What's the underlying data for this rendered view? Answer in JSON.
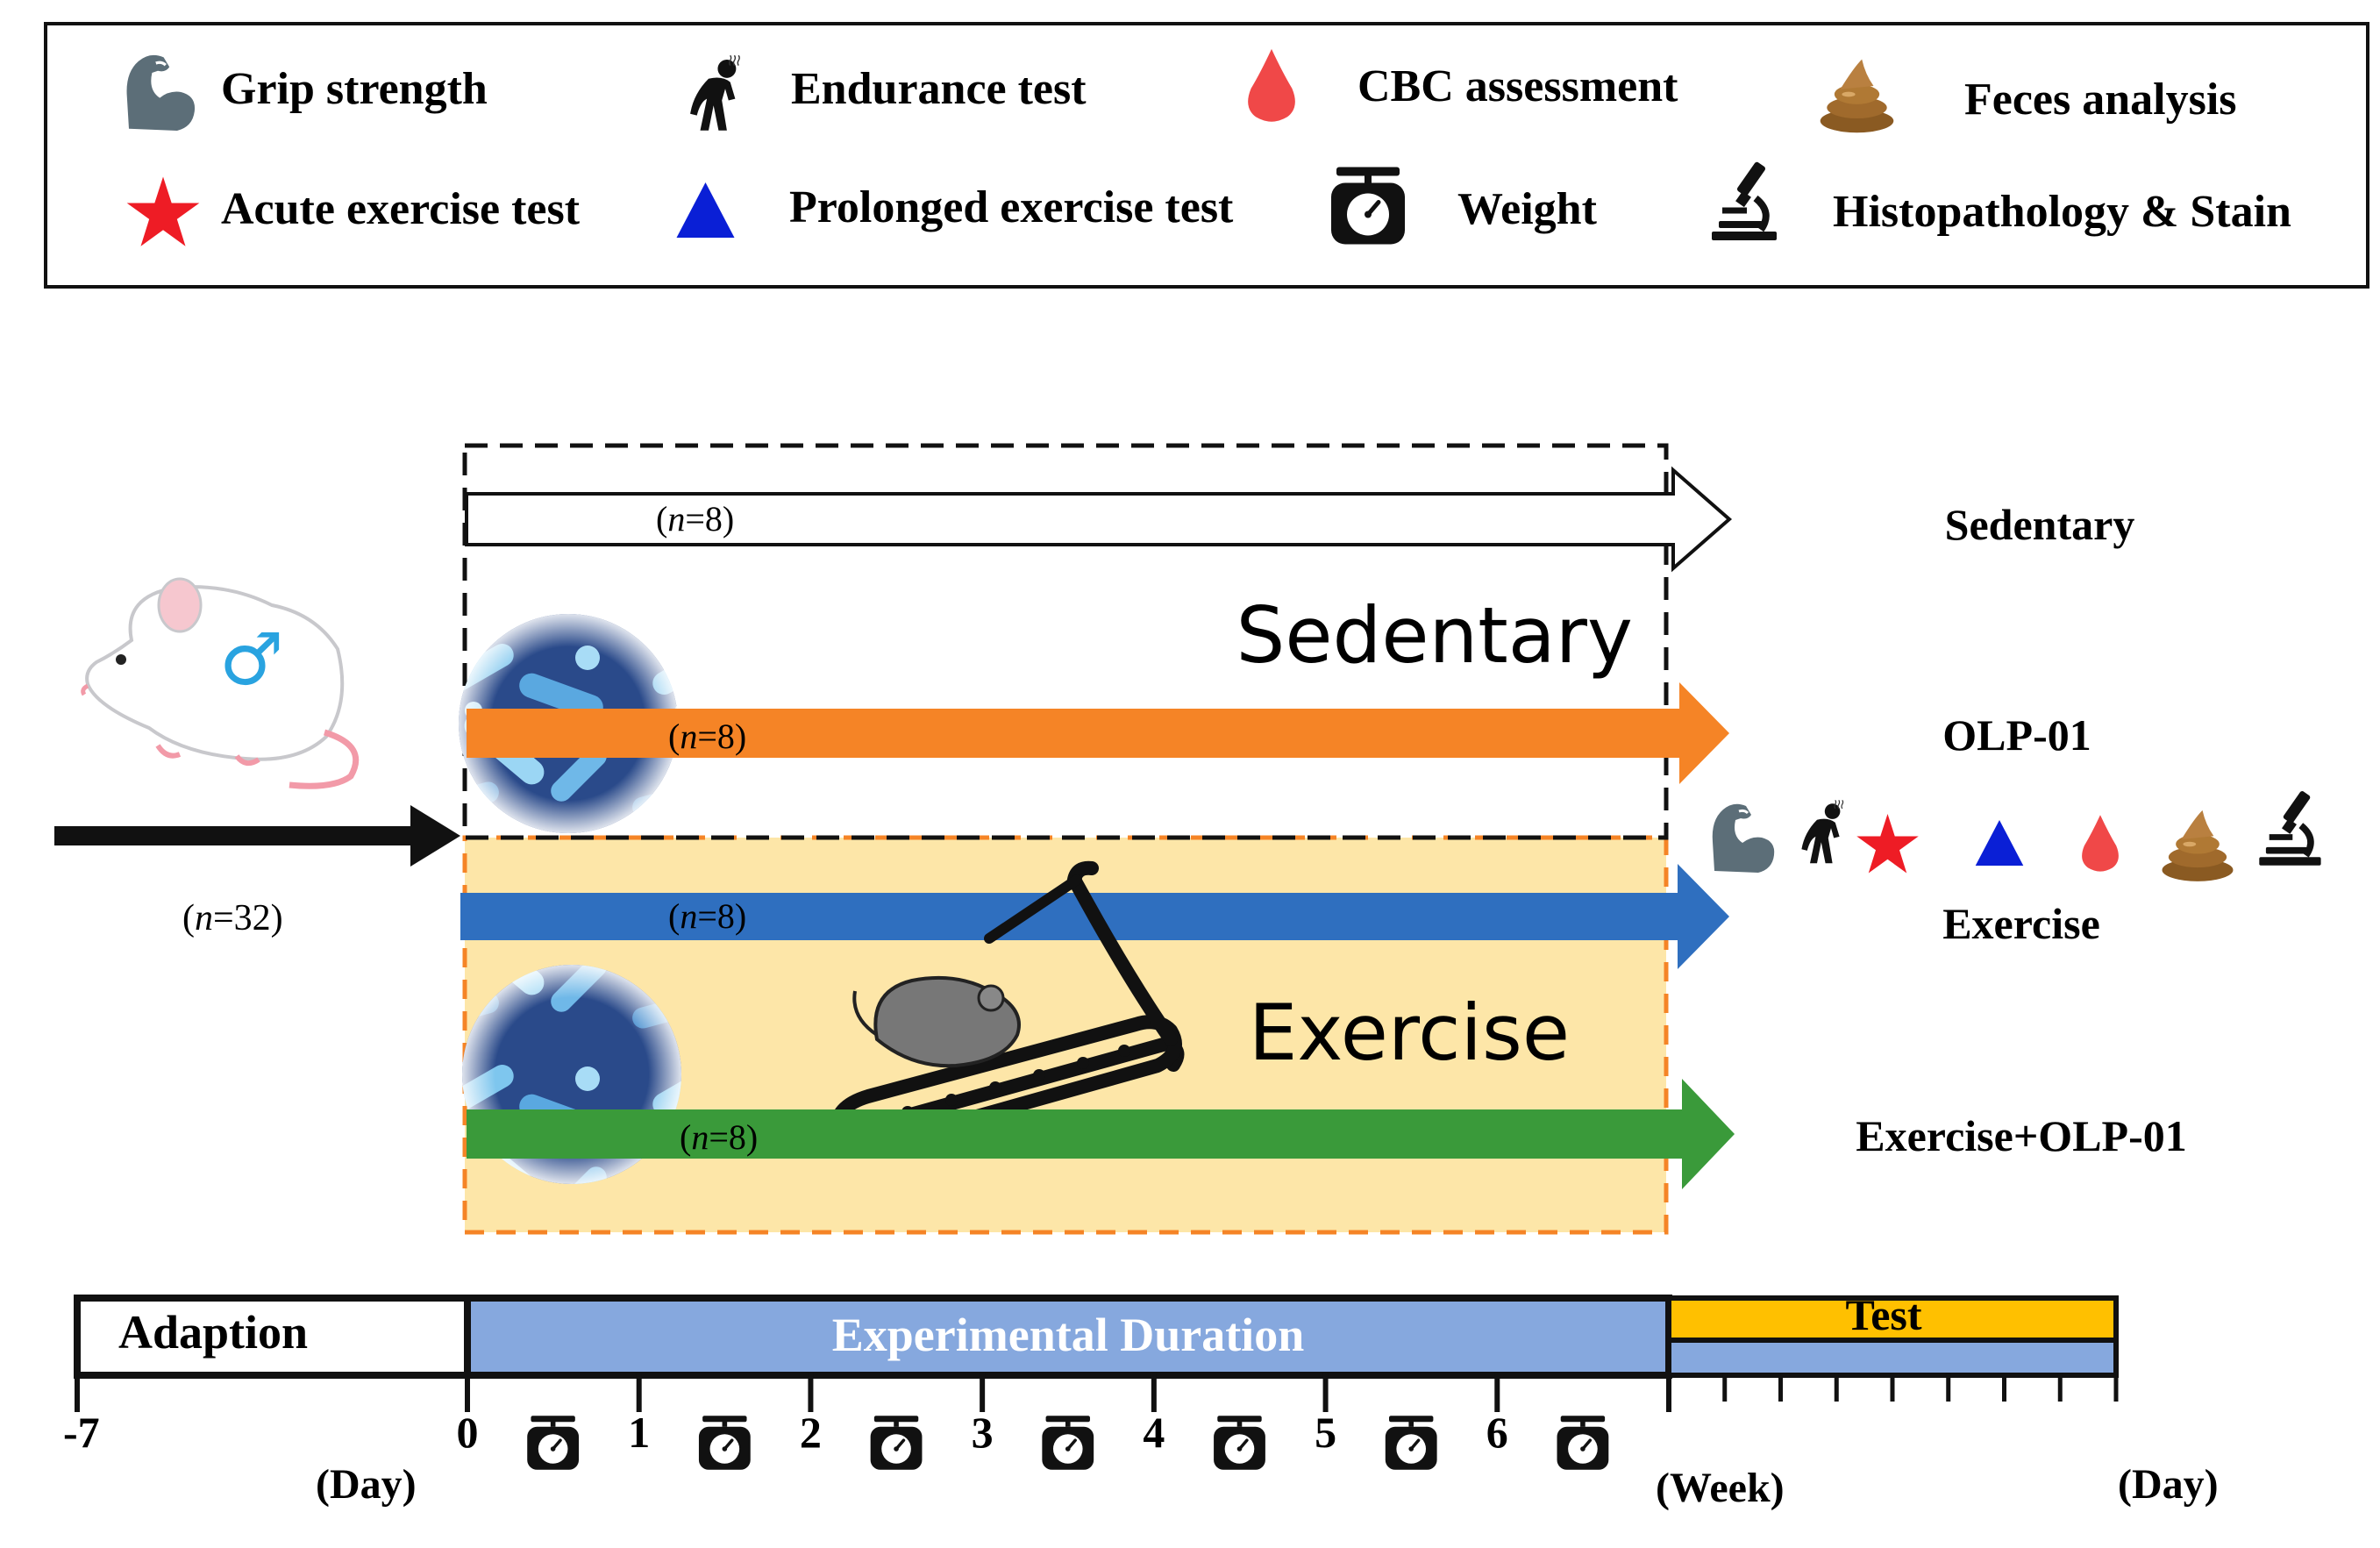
{
  "legend": {
    "items": [
      {
        "icon": "grip-strength-icon",
        "label": "Grip strength"
      },
      {
        "icon": "endurance-test-icon",
        "label": "Endurance test"
      },
      {
        "icon": "blood-drop-icon",
        "label": "CBC assessment"
      },
      {
        "icon": "feces-icon",
        "label": "Feces analysis"
      },
      {
        "icon": "red-star-icon",
        "label": "Acute exercise test"
      },
      {
        "icon": "blue-triangle-icon",
        "label": "Prolonged exercise test"
      },
      {
        "icon": "weight-scale-icon",
        "label": "Weight"
      },
      {
        "icon": "microscope-icon",
        "label": "Histopathology & Stain"
      }
    ]
  },
  "study": {
    "total_n": "(n=32)",
    "total_n_parts": {
      "open": "(",
      "var": "n",
      "rest": "=32)"
    },
    "sedentary_box_label": "Sedentary",
    "exercise_box_label": "Exercise",
    "groups": [
      {
        "name": "Sedentary",
        "n_var": "n",
        "n_rest": "=8)",
        "n_open": "(",
        "color": "#ffffff"
      },
      {
        "name": "OLP-01",
        "n_var": "n",
        "n_rest": "=8)",
        "n_open": "(",
        "color": "#f58426"
      },
      {
        "name": "Exercise",
        "n_var": "n",
        "n_rest": "=8)",
        "n_open": "(",
        "color": "#2f6fbf"
      },
      {
        "name": "Exercise+OLP-01",
        "n_var": "n",
        "n_rest": "=8)",
        "n_open": "(",
        "color": "#3a9a3a"
      }
    ]
  },
  "timeline": {
    "adaption_label": "Adaption",
    "experimental_label": "Experimental Duration",
    "test_label": "Test",
    "day_start": "-7",
    "weeks": [
      "0",
      "1",
      "2",
      "3",
      "4",
      "5",
      "6"
    ],
    "day_unit": "(Day)",
    "week_unit": "(Week)",
    "end_unit": "(Day)"
  },
  "colors": {
    "orange": "#f58426",
    "blue": "#2f6fbf",
    "green": "#3a9a3a",
    "exercise_bg": "#fde6a8",
    "timeline_blue": "#86a8de",
    "test_yellow": "#ffc000",
    "star_red": "#ee1c25",
    "triangle_blue": "#0a1fd6",
    "drop_red": "#f04848",
    "feces_brown": "#9b6a2a"
  }
}
